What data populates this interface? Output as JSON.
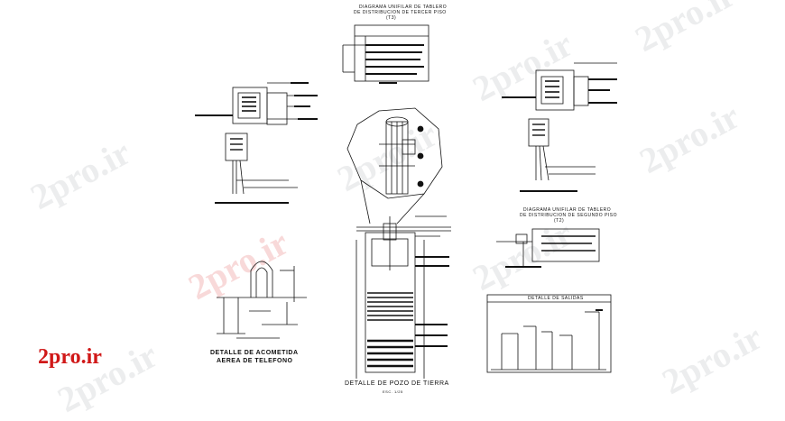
{
  "watermark": {
    "text": "2pro.ir"
  },
  "brand": {
    "text": "2pro.ir",
    "color": "#d01818"
  },
  "titles": {
    "third_floor": [
      "DIAGRAMA UNIFILAR DE TABLERO",
      "DE DISTRIBUCION DE TERCER PISO",
      "(T3)"
    ],
    "second_floor": [
      "DIAGRAMA UNIFILAR DE TABLERO",
      "DE DISTRIBUCION DE SEGUNDO PISO",
      "(T2)"
    ],
    "acometida": [
      "DETALLE DE ACOMETIDA",
      "AEREA DE TELEFONO"
    ],
    "pozo": "DETALLE DE POZO DE TIERRA",
    "pozo_scale": "ESC. 1/25",
    "salidas": "DETALLE DE SALIDAS"
  },
  "colors": {
    "line": "#111111",
    "watermark_red": "#e05555",
    "watermark_grey": "#9aa0a6"
  }
}
